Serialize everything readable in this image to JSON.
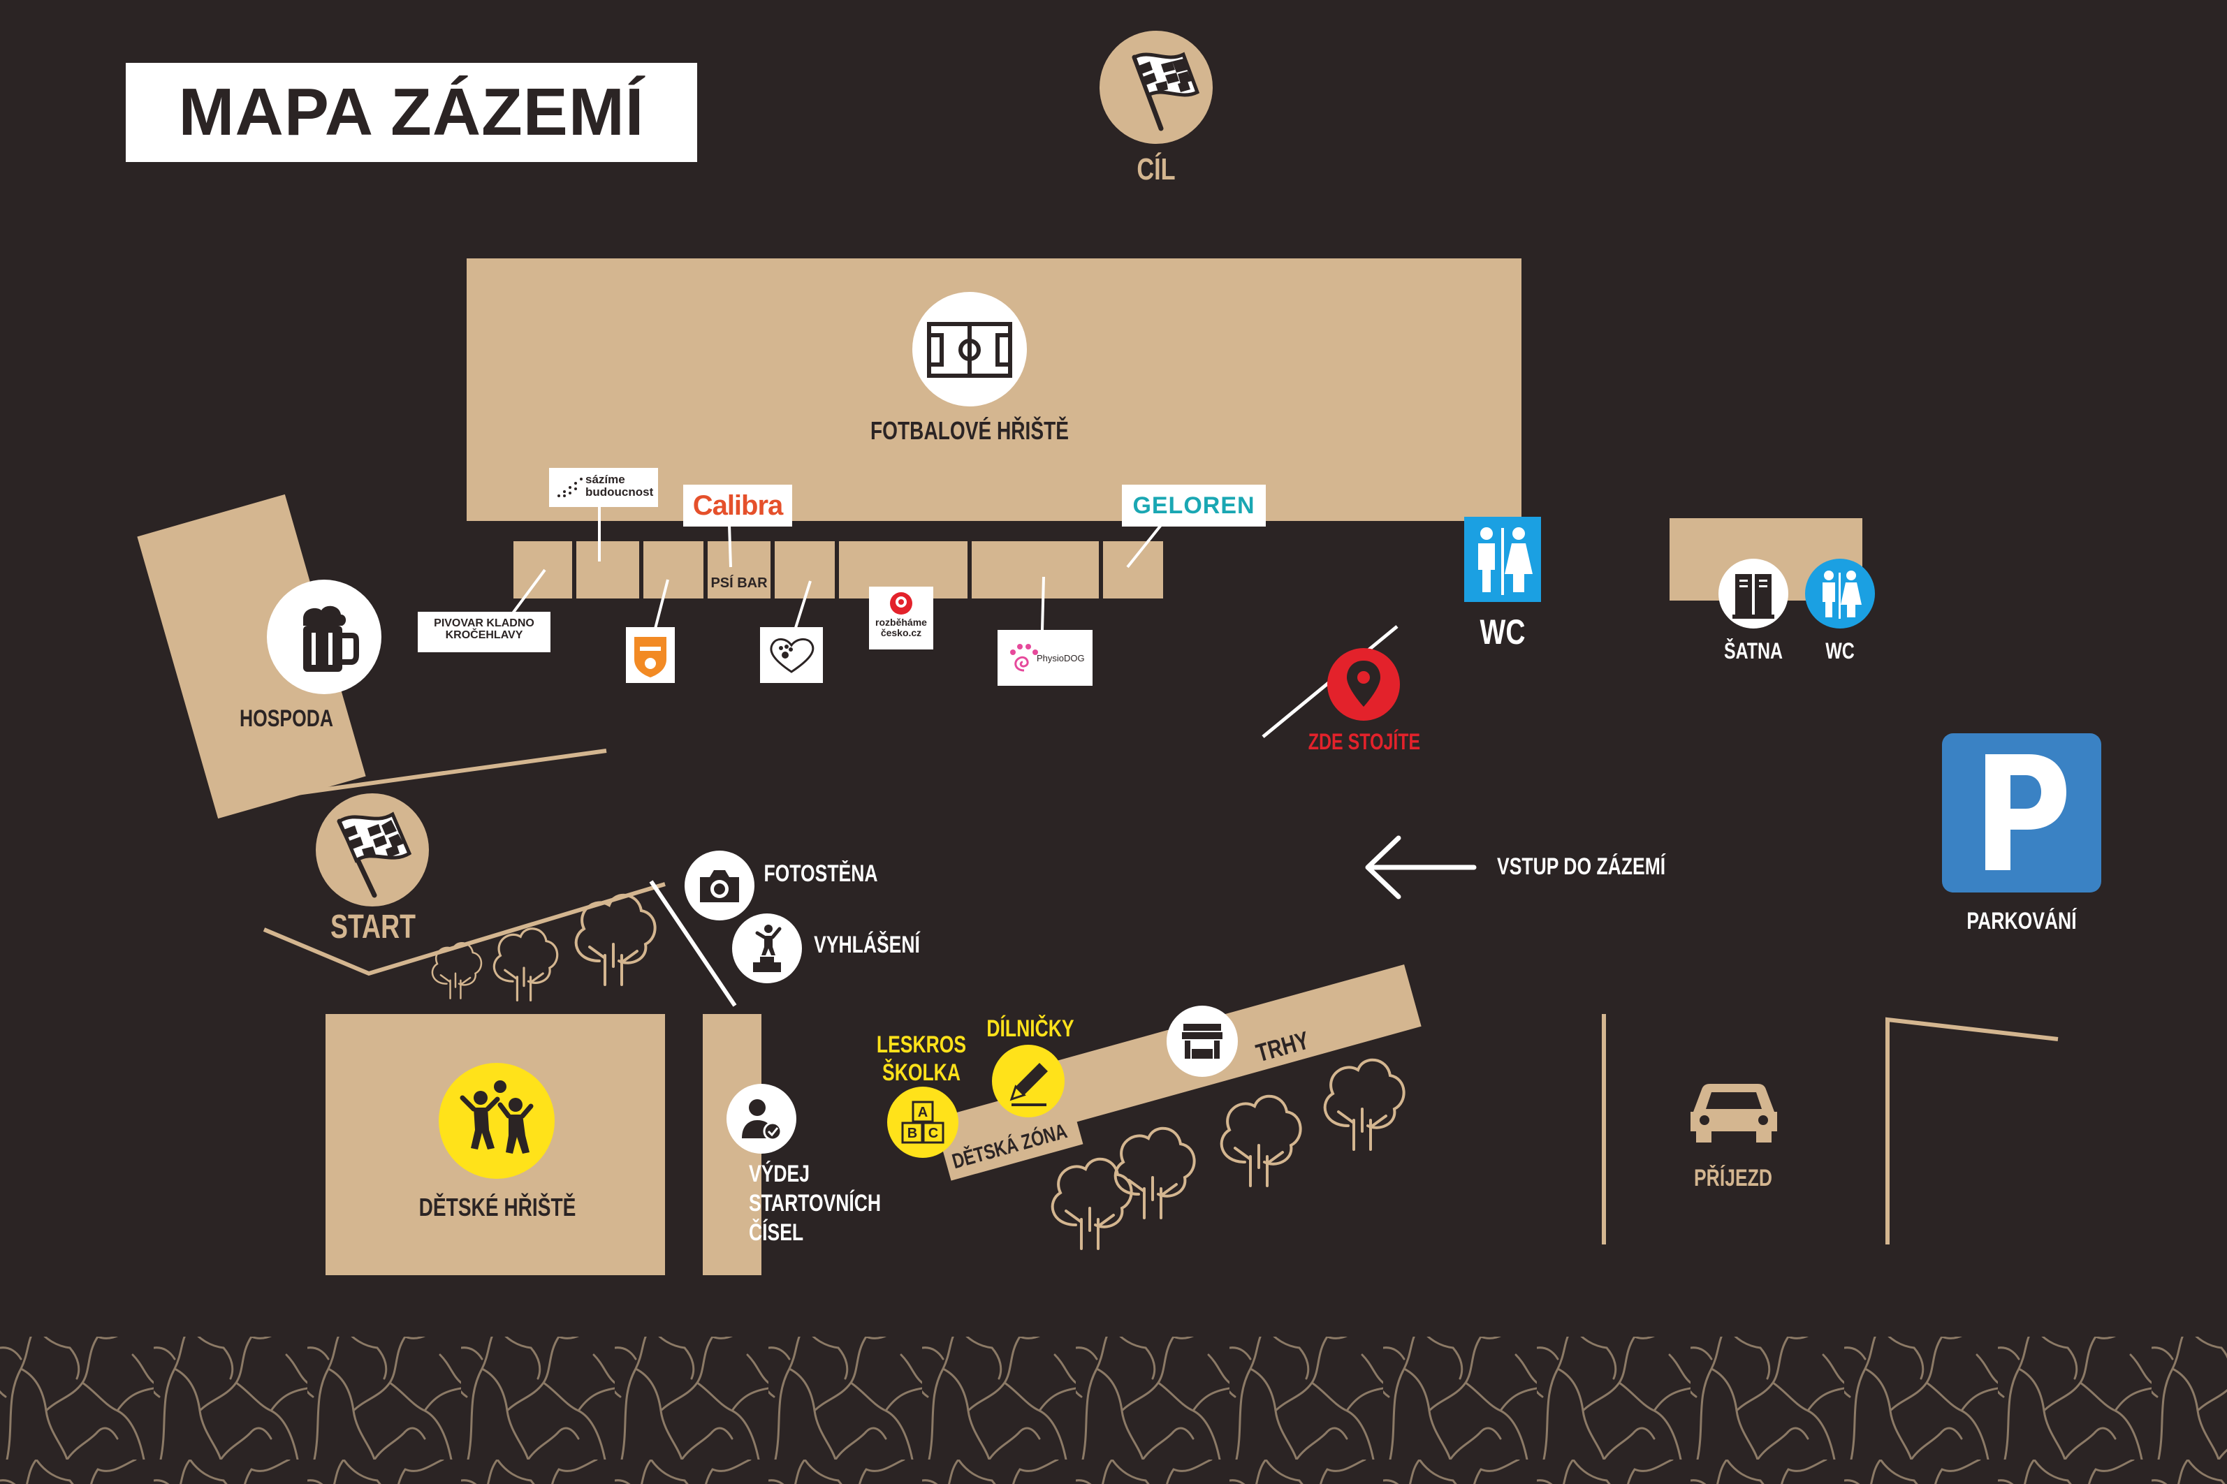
{
  "title": "MAPA ZÁZEMÍ",
  "colors": {
    "background": "#2b2424",
    "zone": "#d4b690",
    "white": "#ffffff",
    "highlight_yellow": "#ffe21a",
    "location_red": "#e3222b",
    "info_blue": "#1ba0e2",
    "parking_blue": "#3a82c4"
  },
  "landmarks": {
    "finish": "CÍL",
    "start": "START",
    "football_pitch": "FOTBALOVÉ HŘIŠTĚ",
    "pub": "HOSPODA",
    "you_are_here": "ZDE STOJÍTE",
    "wc_main": "WC",
    "wardrobe": "ŠATNA",
    "wc_small": "WC",
    "parking": "PARKOVÁNÍ",
    "entrance": "VSTUP DO ZÁZEMÍ",
    "photo_wall": "FOTOSTĚNA",
    "awards": "VYHLÁŠENÍ",
    "kids_playground": "DĚTSKÉ HŘIŠTĚ",
    "bib_pickup": "VÝDEJ STARTOVNÍCH ČÍSEL",
    "leskros_school": "LESKROS ŠKOLKA",
    "workshops": "DÍLNIČKY",
    "kids_zone": "DĚTSKÁ ZÓNA",
    "market": "TRHY",
    "arrival": "PŘÍJEZD",
    "dog_bar": "PSÍ BAR"
  },
  "partners": {
    "sazime": "sázíme budoucnost",
    "calibra": "Calibra",
    "geloren": "GELOREN",
    "pivovar": "PIVOVAR KLADNO KROČEHLAVY",
    "rozbehame": "rozběháme česko.cz",
    "physiodog": "PhysioDOG"
  },
  "icons": {
    "finish": "checkered-flag-icon",
    "start": "checkered-flag-icon",
    "pitch": "football-pitch-icon",
    "pub": "beer-mug-icon",
    "you_are_here": "location-pin-icon",
    "wc": "restroom-icon",
    "wardrobe": "locker-icon",
    "parking": "parking-icon",
    "entrance": "arrow-left-icon",
    "photo_wall": "camera-icon",
    "awards": "podium-icon",
    "kids_playground": "playing-kids-icon",
    "bib_pickup": "person-check-icon",
    "leskros_school": "abc-blocks-icon",
    "workshops": "pencil-icon",
    "market": "market-stall-icon",
    "arrival": "car-icon",
    "trees": "tree-icon"
  }
}
